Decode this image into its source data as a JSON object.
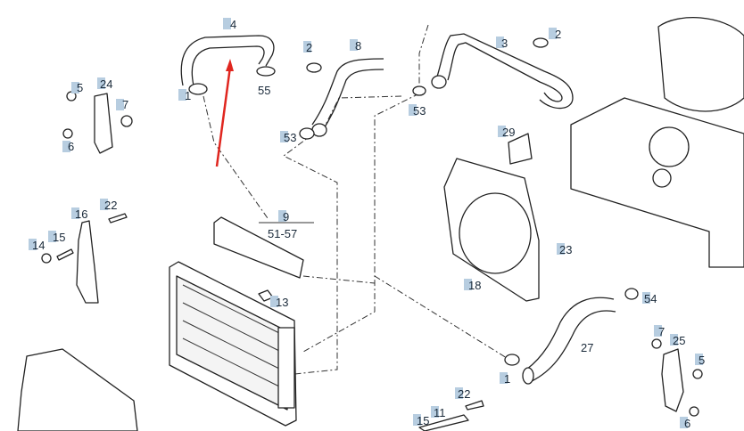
{
  "diagram": {
    "callouts": {
      "c4": "4",
      "c1a": "1",
      "c55": "55",
      "c2a": "2",
      "c8": "8",
      "c3": "3",
      "c2b": "2",
      "c53a": "53",
      "c53b": "53",
      "c5a": "5",
      "c24": "24",
      "c7a": "7",
      "c6a": "6",
      "c29": "29",
      "c9": "9",
      "c51_57": "51-57",
      "c16": "16",
      "c22a": "22",
      "c15a": "15",
      "c14": "14",
      "c23": "23",
      "c18": "18",
      "c13": "13",
      "c54": "54",
      "c27": "27",
      "c7b": "7",
      "c25": "25",
      "c5b": "5",
      "c1b": "1",
      "c6b": "6",
      "c22b": "22",
      "c11": "11",
      "c15b": "15"
    },
    "colors": {
      "tag": "#b7cde0",
      "line": "#222222",
      "arrow": "#e0261f"
    }
  }
}
